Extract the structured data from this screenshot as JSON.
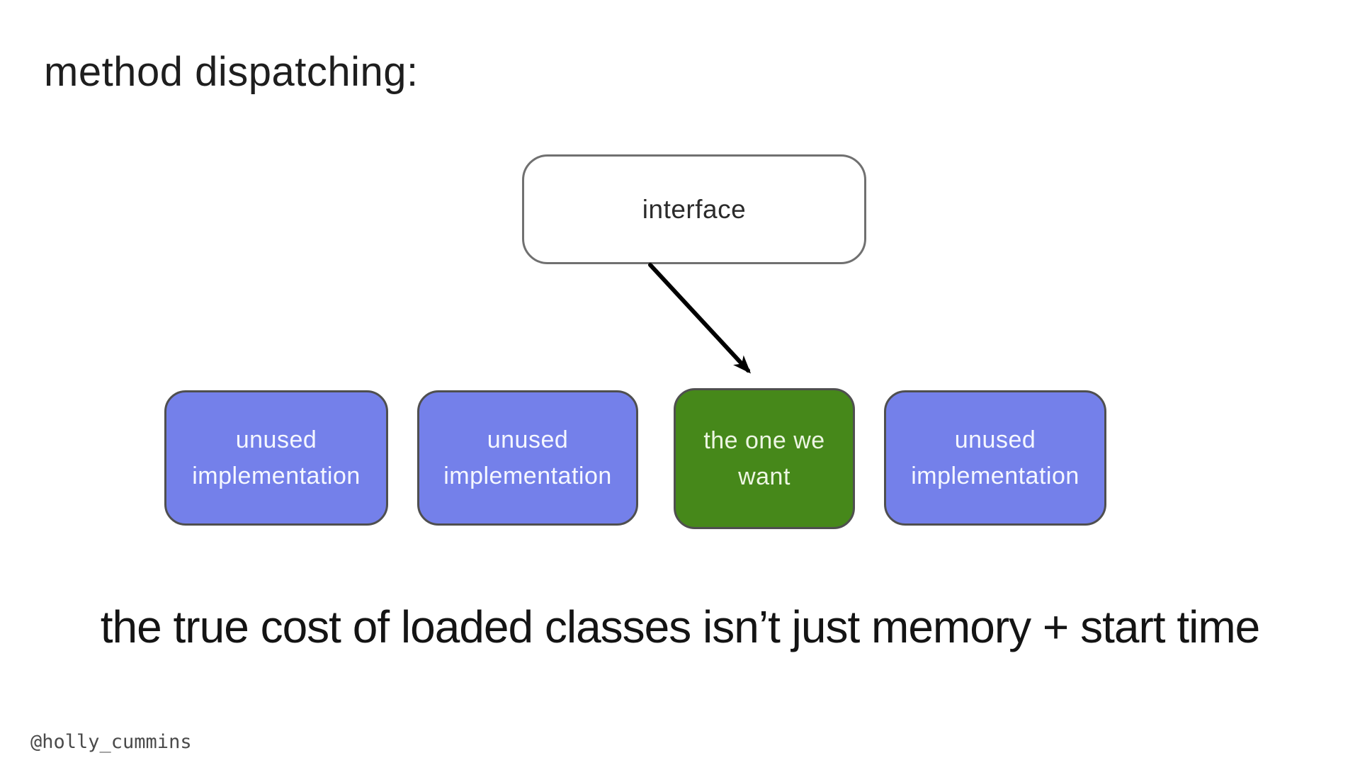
{
  "slide": {
    "title": "method dispatching:",
    "interface_box": {
      "label": "interface"
    },
    "implementations": [
      {
        "label": "unused implementation",
        "state": "unused"
      },
      {
        "label": "unused implementation",
        "state": "unused"
      },
      {
        "label": "the one we want",
        "state": "selected"
      },
      {
        "label": "unused implementation",
        "state": "unused"
      }
    ],
    "caption": "the true cost of loaded classes isn’t just memory + start time",
    "footer_handle": "@holly_cummins",
    "colors": {
      "background": "#FFFFFF",
      "unused_fill": "#7480EA",
      "selected_fill": "#46881A",
      "box_border": "#4F4F4F",
      "interface_border": "#707070",
      "interface_fill": "#FFFFFF",
      "arrow": "#000000",
      "box_text": "#F5F7FF",
      "selected_box_text": "#EDF6E3",
      "title_text": "#1E1E1E",
      "caption_text": "#141414",
      "handle_text": "#4A4A4A"
    }
  }
}
